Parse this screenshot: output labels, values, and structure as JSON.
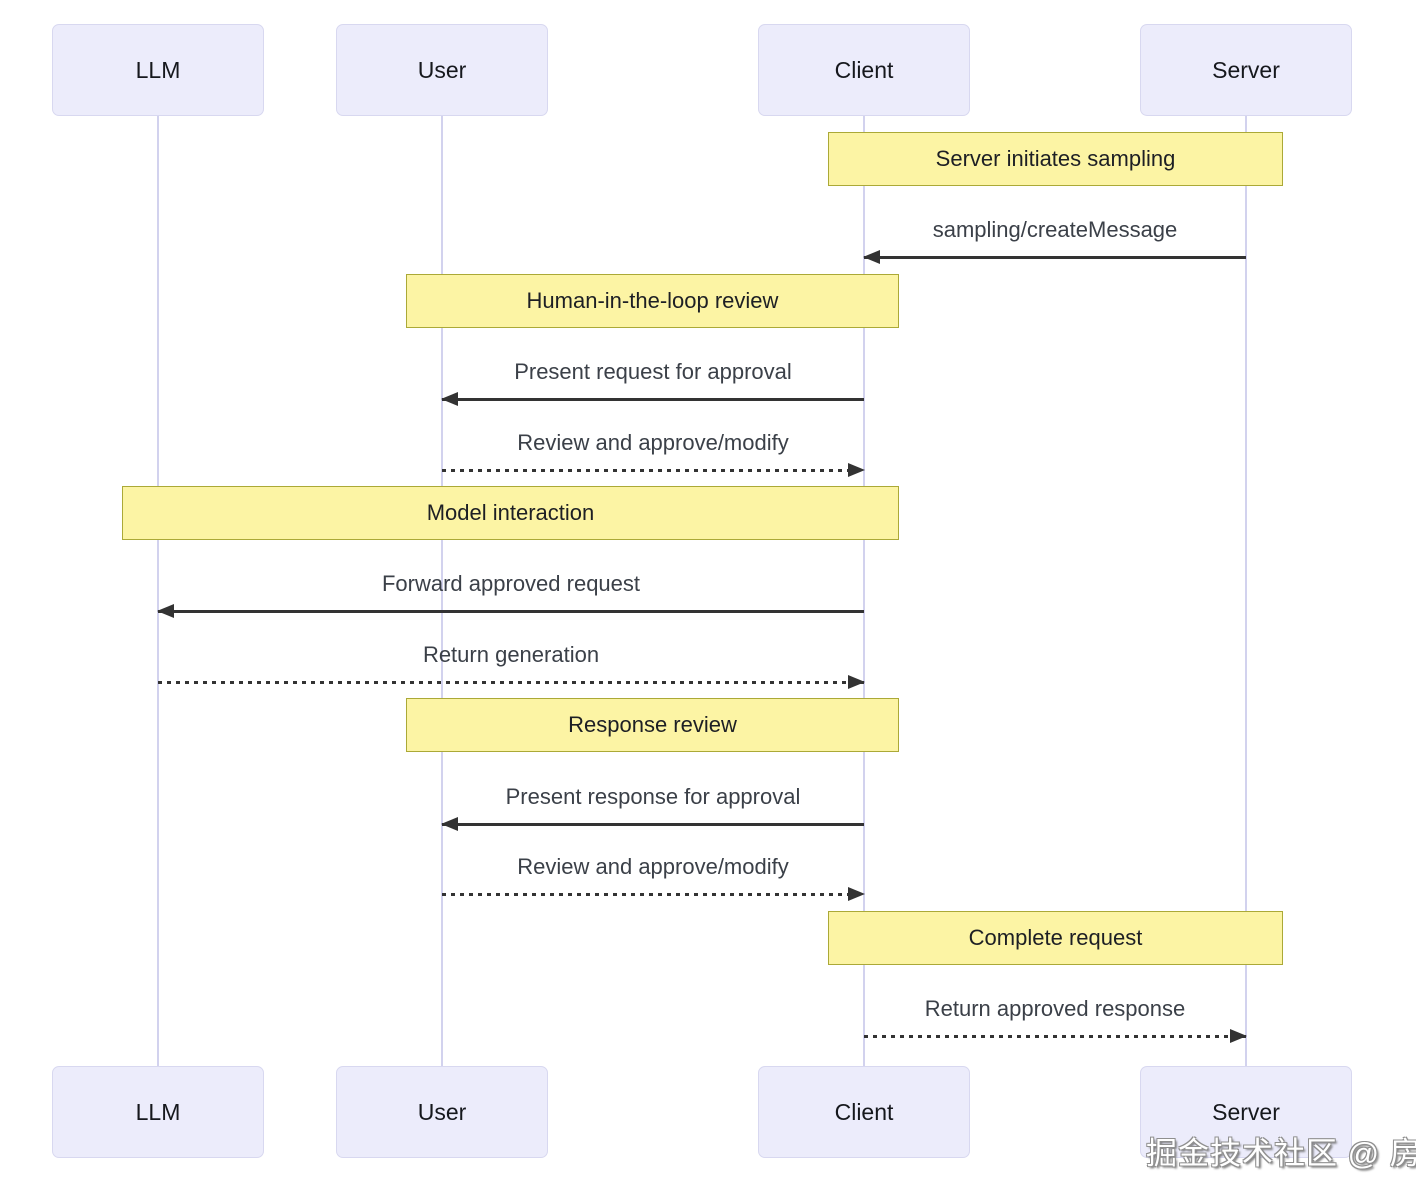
{
  "diagram": {
    "type": "sequence",
    "actors": [
      {
        "id": "llm",
        "label": "LLM"
      },
      {
        "id": "user",
        "label": "User"
      },
      {
        "id": "client",
        "label": "Client"
      },
      {
        "id": "server",
        "label": "Server"
      }
    ],
    "notes": [
      {
        "label": "Server initiates sampling",
        "over": [
          "Client",
          "Server"
        ]
      },
      {
        "label": "Human-in-the-loop review",
        "over": [
          "User",
          "Client"
        ]
      },
      {
        "label": "Model interaction",
        "over": [
          "LLM",
          "Client"
        ]
      },
      {
        "label": "Response review",
        "over": [
          "User",
          "Client"
        ]
      },
      {
        "label": "Complete request",
        "over": [
          "Client",
          "Server"
        ]
      }
    ],
    "messages": [
      {
        "label": "sampling/createMessage",
        "from": "Server",
        "to": "Client",
        "style": "solid"
      },
      {
        "label": "Present request for approval",
        "from": "Client",
        "to": "User",
        "style": "solid"
      },
      {
        "label": "Review and approve/modify",
        "from": "User",
        "to": "Client",
        "style": "dashed"
      },
      {
        "label": "Forward approved request",
        "from": "Client",
        "to": "LLM",
        "style": "solid"
      },
      {
        "label": "Return generation",
        "from": "LLM",
        "to": "Client",
        "style": "dashed"
      },
      {
        "label": "Present response for approval",
        "from": "Client",
        "to": "User",
        "style": "solid"
      },
      {
        "label": "Review and approve/modify",
        "from": "User",
        "to": "Client",
        "style": "dashed"
      },
      {
        "label": "Return approved response",
        "from": "Client",
        "to": "Server",
        "style": "dashed"
      }
    ],
    "watermark": "掘金技术社区 @ 房杰",
    "colors": {
      "actor_fill": "#ECECFB",
      "actor_border": "#D8D8F0",
      "note_fill": "#FCF4A4",
      "note_border": "#ABA937",
      "lifeline": "#D2D2EE",
      "arrow": "#333333",
      "message_text": "#3B4048"
    }
  }
}
